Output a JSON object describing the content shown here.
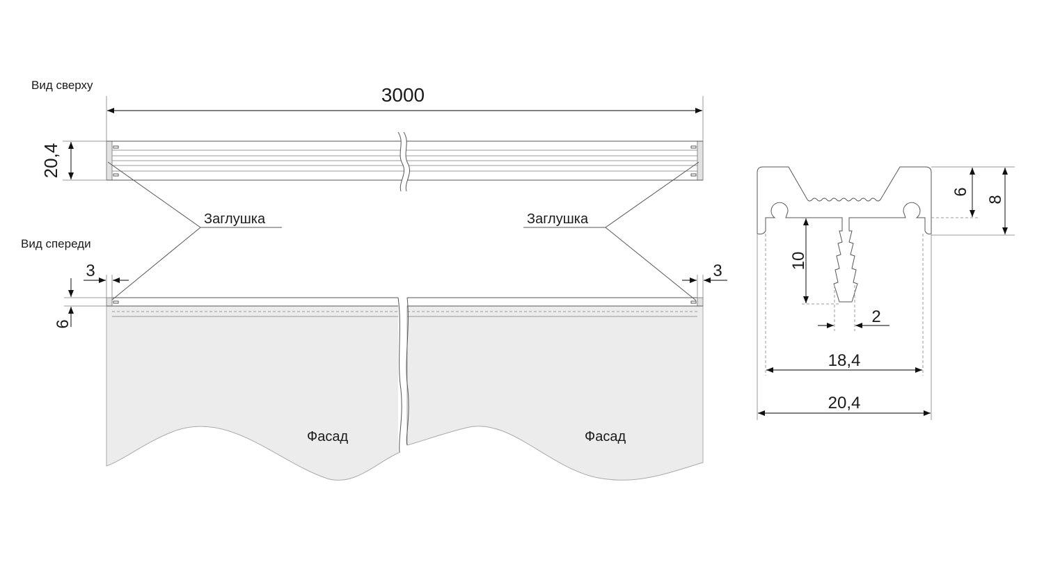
{
  "labels": {
    "top_view": "Вид сверху",
    "front_view": "Вид спереди",
    "end_cap_left": "Заглушка",
    "end_cap_right": "Заглушка",
    "facade_left": "Фасад",
    "facade_right": "Фасад"
  },
  "dimensions": {
    "length": "3000",
    "top_width": "20,4",
    "cap_left": "3",
    "cap_right": "3",
    "front_height": "6",
    "profile_6": "6",
    "profile_8": "8",
    "profile_10": "10",
    "profile_2": "2",
    "profile_inner_width": "18,4",
    "profile_outer_width": "20,4"
  },
  "colors": {
    "line": "#555555",
    "facade_fill": "#ececec",
    "cap_fill": "#e2e2e2"
  }
}
